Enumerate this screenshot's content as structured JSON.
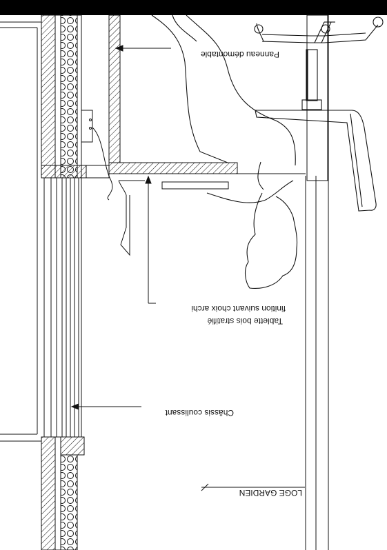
{
  "labels": {
    "panneau": "Panneau démontable",
    "tablette_line1": "Tablette bois stratifié",
    "tablette_line2": "finition suivant choix archi",
    "chassis": "Châssis coulissant",
    "room": "LOGE GARDIEN"
  },
  "colors": {
    "ink": "#111111",
    "top_bar": "#000000",
    "background": "#ffffff"
  },
  "orientation": "rotated-180"
}
